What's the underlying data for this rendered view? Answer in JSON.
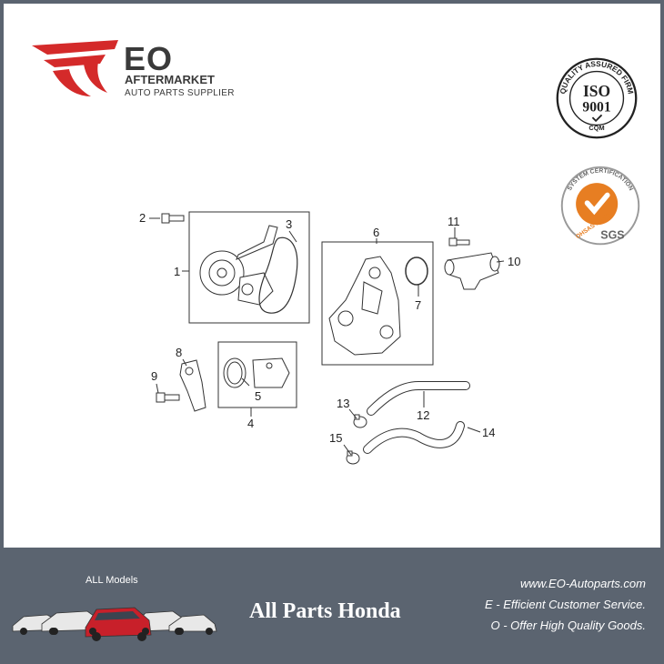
{
  "header": {
    "brand": "EO",
    "tagline": "AFTERMARKET",
    "subtitle": "AUTO PARTS SUPPLIER"
  },
  "certifications": {
    "iso": {
      "ring_text": "QUALITY ASSURED FIRM",
      "main": "ISO",
      "number": "9001",
      "mark": "CQM"
    },
    "ohsas": {
      "ring_text": "SYSTEM CERTIFICATION",
      "side_text": "OHSAS 18001",
      "mark": "SGS"
    }
  },
  "diagram": {
    "callouts": [
      "1",
      "2",
      "3",
      "4",
      "5",
      "6",
      "7",
      "8",
      "9",
      "10",
      "11",
      "12",
      "13",
      "14",
      "15"
    ]
  },
  "footer": {
    "models_label": "ALL Models",
    "title": "All Parts Honda",
    "website": "www.EO-Autoparts.com",
    "line_e": "E - Efficient Customer Service.",
    "line_o": "O - Offer High Quality Goods."
  },
  "colors": {
    "brand_red": "#d42a2a",
    "footer_bg": "#5b6470",
    "cert_orange": "#e77e22"
  }
}
